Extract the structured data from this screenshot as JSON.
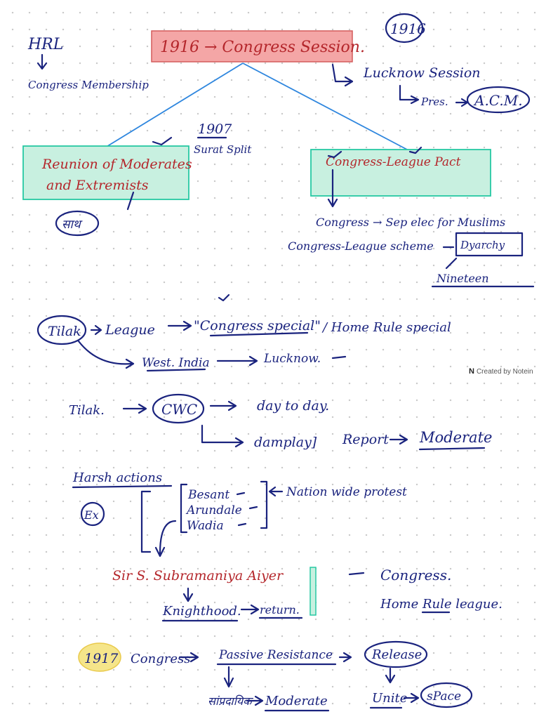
{
  "title_box": "1916 → Congress Session.",
  "year_circle": "1916",
  "top_left": {
    "hrl": "HRL",
    "membership": "Congress Membership"
  },
  "lucknow": {
    "session": "Lucknow Session",
    "pres": "Pres.",
    "acm": "A.C.M."
  },
  "split": {
    "year": "1907",
    "label": "Surat Split"
  },
  "left_box": {
    "line1": "Reunion of Moderates",
    "line2": "and Extremists"
  },
  "hindi_circle": "साथ",
  "right_box": "Congress-League Pact",
  "pact_notes": {
    "line1": "Congress → Sep elec for Muslims",
    "line2": "Congress-League scheme",
    "circled": "Dyarchy",
    "line3": "Nineteen"
  },
  "tilak_league": {
    "tilak": "Tilak",
    "league": "League",
    "congress_special": "\"Congress special\"",
    "home_rule_special": "/ Home Rule special",
    "western_india": "West. India",
    "lucknow": "Lucknow."
  },
  "watermark": {
    "logo": "N",
    "text": "Created by Notein"
  },
  "tilak_cwc": {
    "tilak": "Tilak.",
    "cwc": "CWC",
    "day_to_day": "day to day.",
    "damplay": "damplay]",
    "report": "Report",
    "moderate": "Moderate"
  },
  "harsh": {
    "title": "Harsh actions",
    "ex": "Ex",
    "names": [
      "Besant",
      "Arundale",
      "Wadia"
    ],
    "protest": "Nation wide protest"
  },
  "aiyer": {
    "name": "Sir S. Subramaniya Aiyer",
    "knighthood": "Knighthood.",
    "return": "return.",
    "congress": "Congress.",
    "home_rule_league": "Home Rule league."
  },
  "bottom": {
    "year": "1917",
    "congress": "Congress",
    "passive": "Passive Resistance",
    "release": "Release",
    "hindi": "सांप्रदायिक",
    "moderate": "Moderate",
    "unite": "Unite",
    "space": "sPace"
  },
  "colors": {
    "ink": "#1a237e",
    "red_ink": "#b4262b",
    "title_fill": "#f4a6a6",
    "box_fill": "#c8f0e0",
    "box_border": "#27c9a3",
    "line_blue": "#2e86de",
    "highlight": "#f5e58a"
  }
}
